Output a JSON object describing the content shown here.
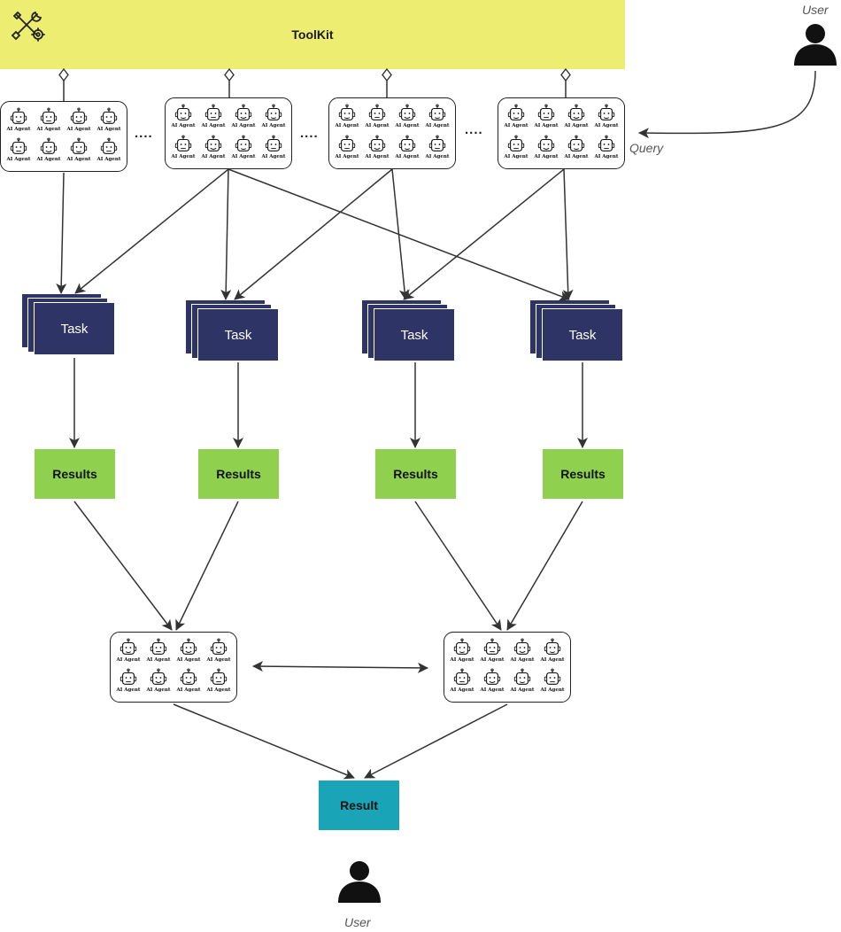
{
  "toolkit": {
    "label": "ToolKit",
    "icon": "tools-icon",
    "color": "#eded72"
  },
  "agent": {
    "label": "AI Agent",
    "icon": "robot-icon"
  },
  "ellipsis": "....",
  "task_label": "Task",
  "results_label": "Results",
  "result_label": "Result",
  "query_label": "Query",
  "users": [
    {
      "label": "User",
      "icon": "user-icon"
    },
    {
      "label": "User",
      "icon": "user-icon"
    }
  ],
  "colors": {
    "task": "#2e3466",
    "results": "#8fd14f",
    "result": "#1aa4b8",
    "arrow": "#333333"
  }
}
